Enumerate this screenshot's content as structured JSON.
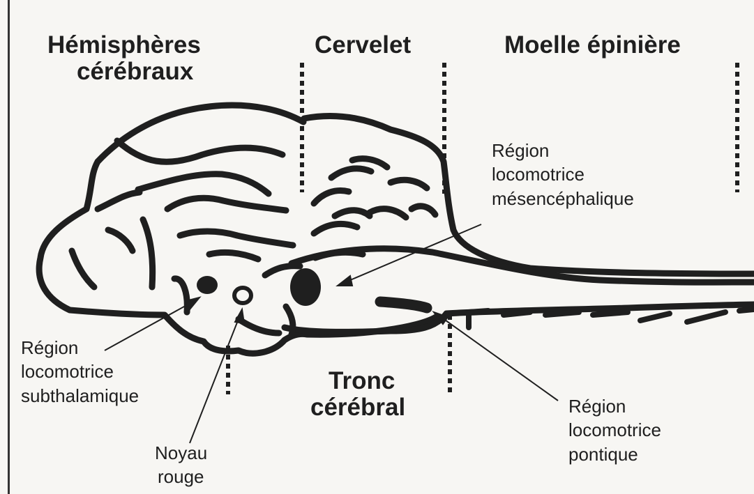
{
  "regions": {
    "hemispheres": {
      "line1": "Hémisphères",
      "line2": "cérébraux"
    },
    "cervelet": "Cervelet",
    "moelle": "Moelle épinière",
    "tronc": {
      "line1": "Tronc",
      "line2": "cérébral"
    }
  },
  "annotations": {
    "mesencephalic": {
      "line1": "Région",
      "line2": "locomotrice",
      "line3": "mésencéphalique"
    },
    "subthalamic": {
      "line1": "Région",
      "line2": "locomotrice",
      "line3": "subthalamique"
    },
    "red_nucleus": {
      "line1": "Noyau",
      "line2": "rouge"
    },
    "pontine": {
      "line1": "Région",
      "line2": "locomotrice",
      "line3": "pontique"
    }
  },
  "colors": {
    "ink": "#1f1f1f",
    "paper": "#f7f6f3"
  }
}
